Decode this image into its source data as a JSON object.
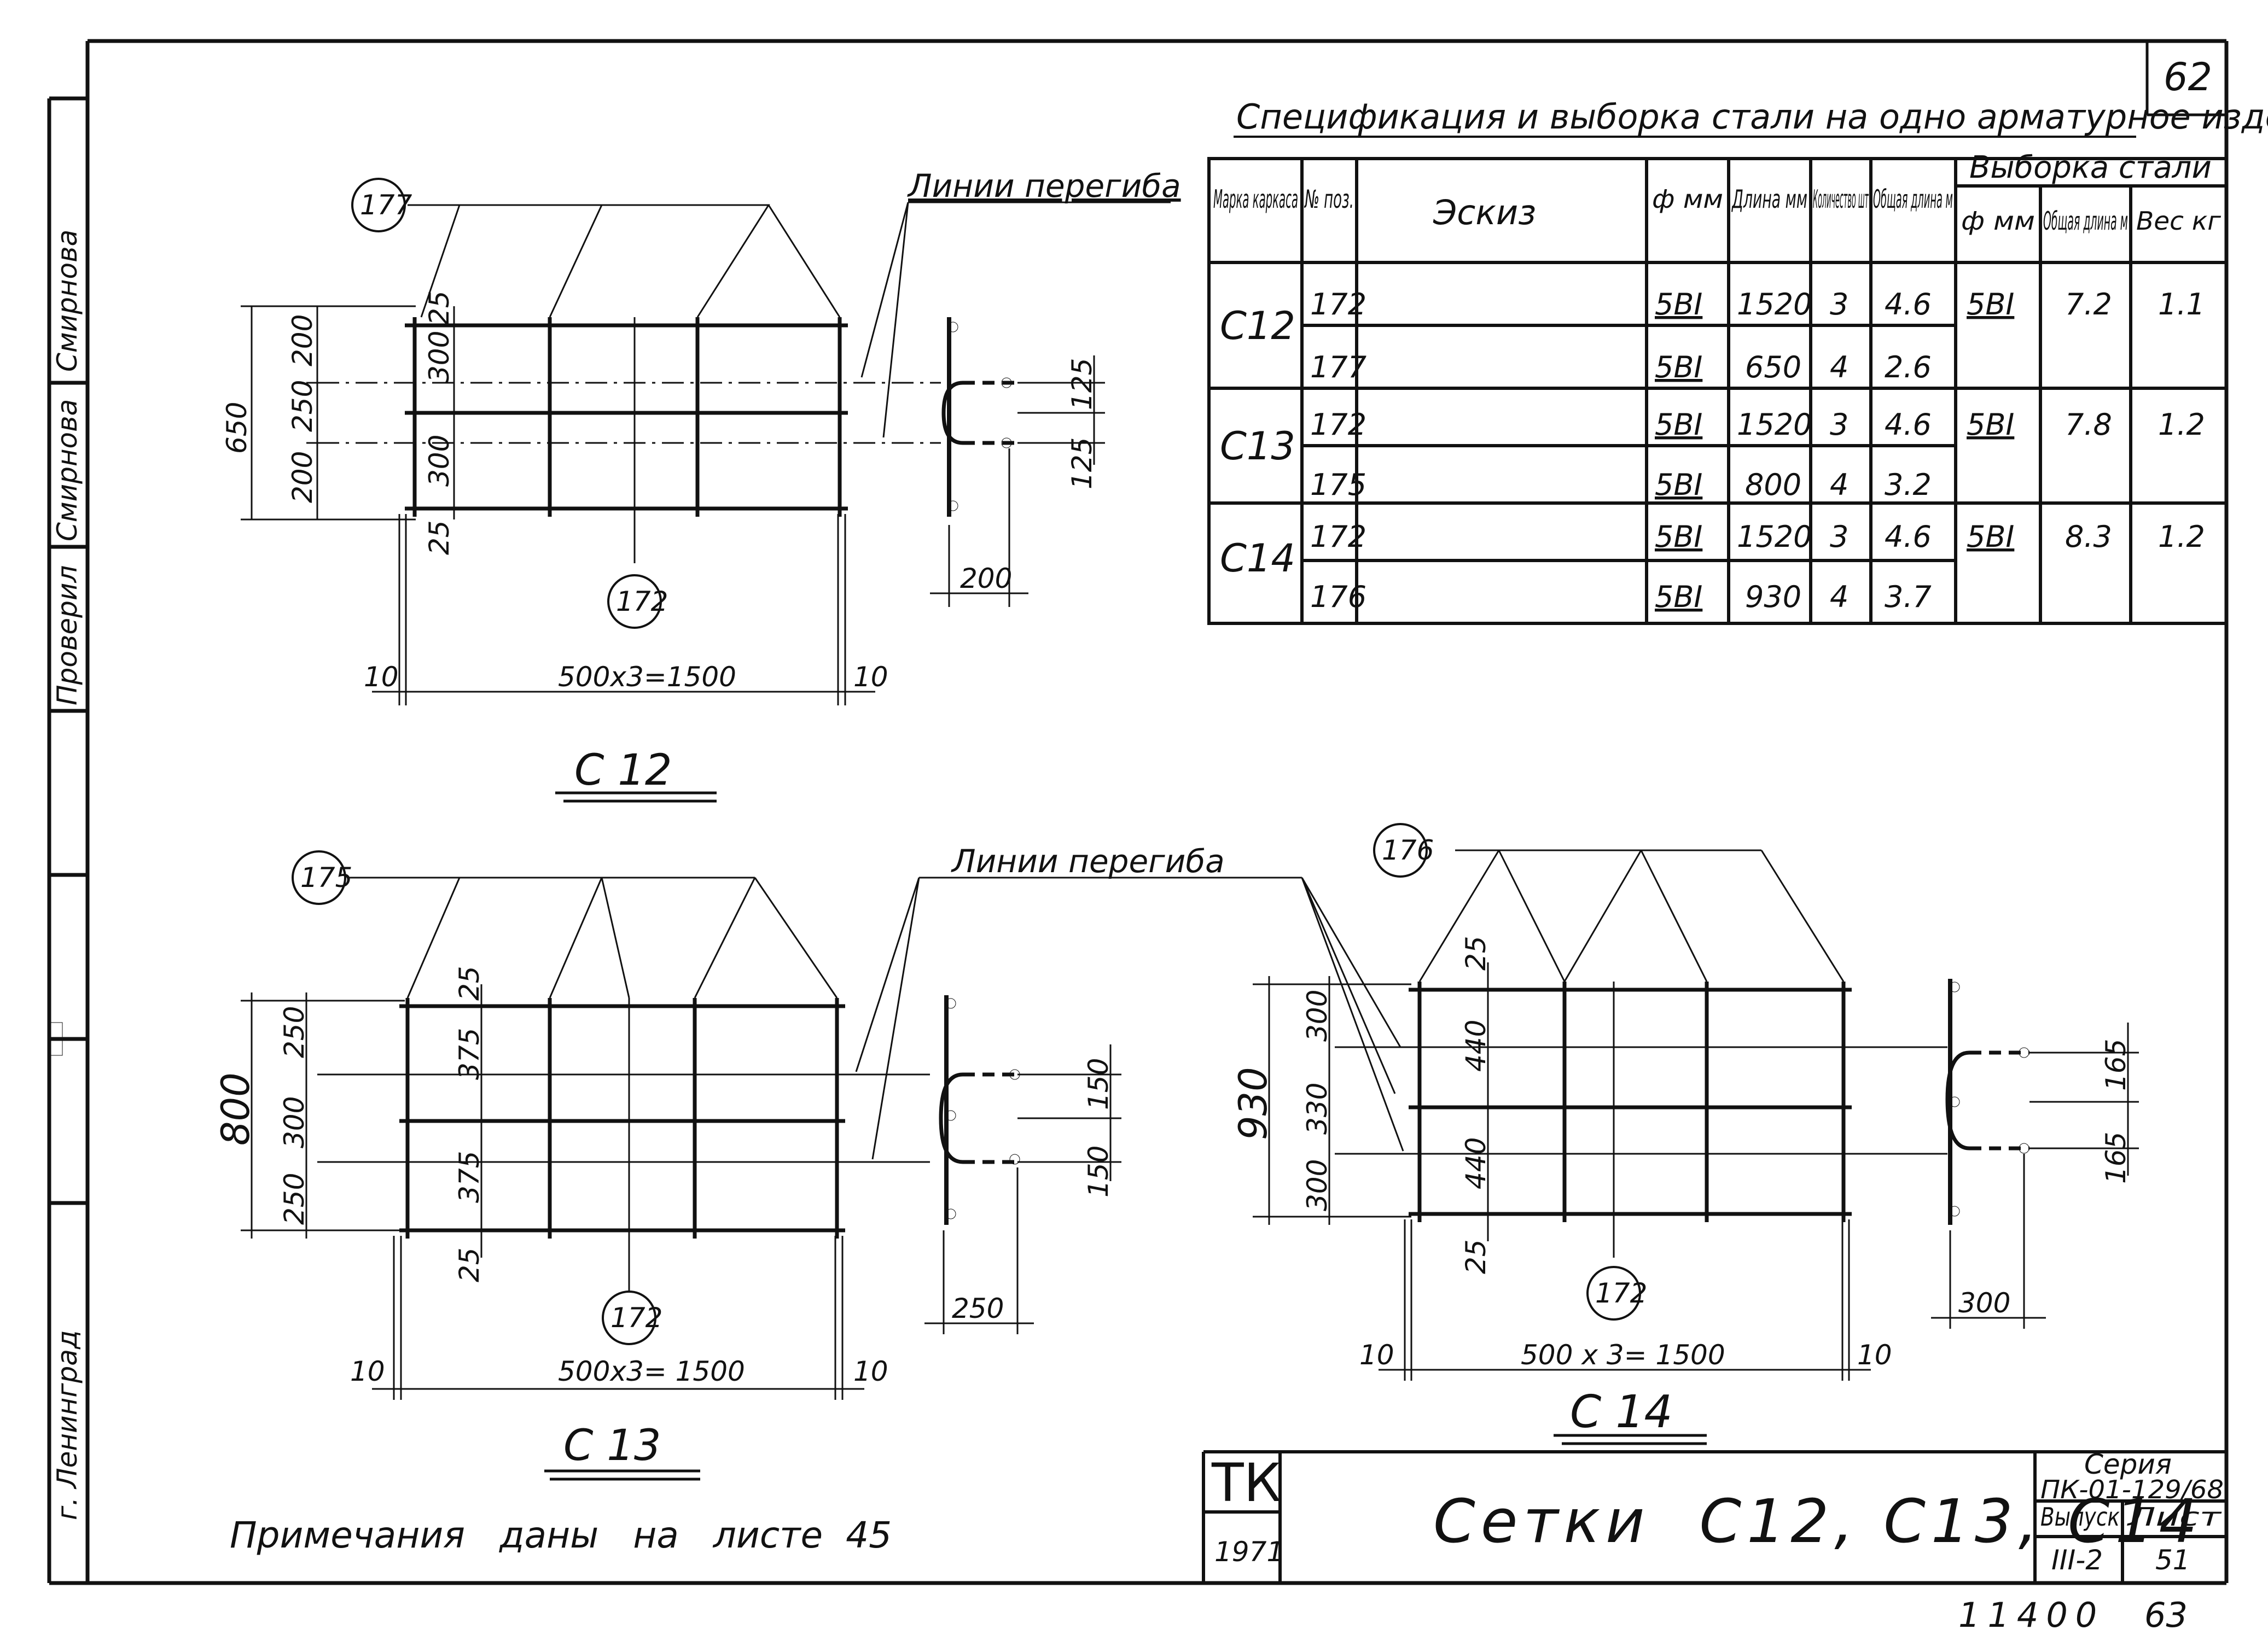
{
  "sheet": {
    "page_number": "62",
    "bottom_number_1": "11400",
    "bottom_number_2": "63",
    "note": "Примечания   даны   на   листе  45"
  },
  "margin_strip": {
    "name_1": "Смирнова",
    "name_2": "Смирнова",
    "checked_label": "Проверил",
    "city": "г. Ленинград"
  },
  "spec_table": {
    "title": "Спецификация и выборка стали на одно арматурное изделие",
    "headers": {
      "mark": "Марка каркаса",
      "pos": "№ поз.",
      "sketch": "Эскиз",
      "diam": "ф мм",
      "length": "Длина мм",
      "qty": "Количество шт",
      "total_len": "Общая длина м",
      "selection": "Выборка стали",
      "sel_diam": "ф мм",
      "sel_total": "Общая длина м",
      "sel_weight": "Вес кг"
    },
    "groups": [
      {
        "mark": "С12",
        "rows": [
          {
            "pos": "172",
            "diam": "5BI",
            "length": "1520",
            "qty": "3",
            "total": "4.6"
          },
          {
            "pos": "177",
            "diam": "5BI",
            "length": "650",
            "qty": "4",
            "total": "2.6"
          }
        ],
        "sel_diam": "5BI",
        "sel_total": "7.2",
        "sel_weight": "1.1"
      },
      {
        "mark": "С13",
        "rows": [
          {
            "pos": "172",
            "diam": "5BI",
            "length": "1520",
            "qty": "3",
            "total": "4.6"
          },
          {
            "pos": "175",
            "diam": "5BI",
            "length": "800",
            "qty": "4",
            "total": "3.2"
          }
        ],
        "sel_diam": "5BI",
        "sel_total": "7.8",
        "sel_weight": "1.2"
      },
      {
        "mark": "С14",
        "rows": [
          {
            "pos": "172",
            "diam": "5BI",
            "length": "1520",
            "qty": "3",
            "total": "4.6"
          },
          {
            "pos": "176",
            "diam": "5BI",
            "length": "930",
            "qty": "4",
            "total": "3.7"
          }
        ],
        "sel_diam": "5BI",
        "sel_total": "8.3",
        "sel_weight": "1.2"
      }
    ]
  },
  "drawings": {
    "bend_lines_label": "Линии перегиба",
    "c12": {
      "caption": "С 12",
      "pos_top": "177",
      "pos_bottom": "172",
      "dim_total": "650",
      "dim_a": "200",
      "dim_b": "250",
      "dim_c": "200",
      "dim_inner_1": "300",
      "dim_inner_2": "300",
      "dim_25_top": "25",
      "dim_25_bot": "25",
      "dim_span": "500x3=1500",
      "dim_end_l": "10",
      "dim_end_r": "10",
      "side_1": "125",
      "side_2": "125",
      "side_w": "200"
    },
    "c13": {
      "caption": "С 13",
      "pos_top": "175",
      "pos_bottom": "172",
      "dim_total": "800",
      "dim_a": "250",
      "dim_b": "300",
      "dim_c": "250",
      "dim_inner_1": "375",
      "dim_inner_2": "375",
      "dim_25_top": "25",
      "dim_25_bot": "25",
      "dim_span": "500x3= 1500",
      "dim_end_l": "10",
      "dim_end_r": "10",
      "side_1": "150",
      "side_2": "150",
      "side_w": "250"
    },
    "c14": {
      "caption": "С 14",
      "pos_top": "176",
      "pos_bottom": "172",
      "dim_total": "930",
      "dim_a": "300",
      "dim_b": "330",
      "dim_c": "300",
      "dim_inner_1": "440",
      "dim_inner_2": "440",
      "dim_25_top": "25",
      "dim_25_bot": "25",
      "dim_span": "500 x 3= 1500",
      "dim_end_l": "10",
      "dim_end_r": "10",
      "side_1": "165",
      "side_2": "165",
      "side_w": "300"
    }
  },
  "title_block": {
    "org": "ТК",
    "year": "1971",
    "title": "Сетки  С12, С13, С14",
    "series_label": "Серия",
    "series_value": "ПК-01-129/68",
    "issue_label": "Выпуск",
    "issue_value": "III-2",
    "sheet_label": "Лист",
    "sheet_value": "51"
  }
}
